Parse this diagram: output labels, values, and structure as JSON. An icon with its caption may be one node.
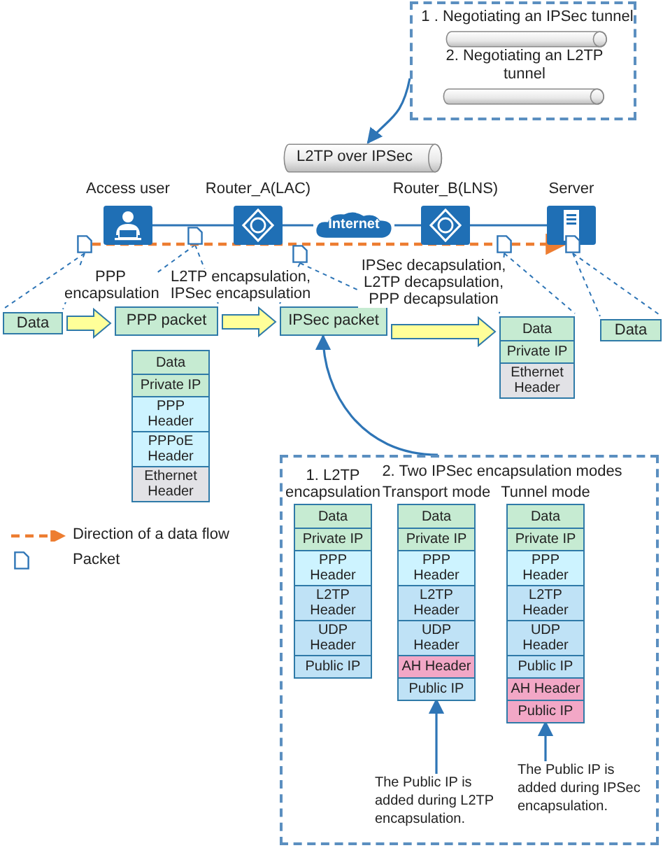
{
  "diagram": {
    "nodes": [
      {
        "text": [],
        "shape": "box"
      },
      {
        "text": [
          "1 . Negotiating an IPSec tunnel"
        ],
        "in": 0
      },
      {
        "text": [
          "2. Negotiating an L2TP tunnel"
        ],
        "in": 0
      },
      {
        "text": [
          "L2TP over IPSec"
        ]
      },
      {
        "text": [
          "Access user"
        ]
      },
      {
        "text": [
          "Router_A(LAC)"
        ]
      },
      {
        "text": [
          "Internet"
        ]
      },
      {
        "text": [
          "Router_B(LNS)"
        ]
      },
      {
        "text": [
          "Server"
        ]
      },
      {
        "text": [],
        "shape": "document"
      },
      {
        "text": [],
        "shape": "document"
      },
      {
        "text": [],
        "shape": "document"
      },
      {
        "text": [],
        "shape": "document"
      },
      {
        "text": [],
        "shape": "document"
      },
      {
        "text": [
          "Data"
        ]
      },
      {
        "text": [
          "PPP packet"
        ]
      },
      {
        "text": [
          "IPSec packet"
        ]
      },
      {
        "text": [],
        "shape": "box"
      },
      {
        "text": [
          "Data"
        ],
        "in": 17
      },
      {
        "text": [
          "Private IP"
        ],
        "in": 17
      },
      {
        "text": [
          "Ethernet Header"
        ],
        "in": 17
      },
      {
        "text": [
          "Data"
        ]
      },
      {
        "text": [],
        "shape": "box"
      },
      {
        "text": [
          "Data"
        ],
        "in": 22
      },
      {
        "text": [
          "Private IP"
        ],
        "in": 22
      },
      {
        "text": [
          "PPP Header"
        ],
        "in": 22
      },
      {
        "text": [
          "PPPoE Header"
        ],
        "in": 22
      },
      {
        "text": [
          "Ethernet Header"
        ],
        "in": 22
      },
      {
        "text": [],
        "shape": "box"
      },
      {
        "text": [
          "1. L2TP encapsulation"
        ],
        "in": 28
      },
      {
        "text": [
          "Data"
        ],
        "in": 29
      },
      {
        "text": [
          "Private IP"
        ],
        "in": 29
      },
      {
        "text": [
          "PPP Header"
        ],
        "in": 29
      },
      {
        "text": [
          "L2TP Header"
        ],
        "in": 29
      },
      {
        "text": [
          "UDP Header"
        ],
        "in": 29
      },
      {
        "text": [
          "Public IP"
        ],
        "in": 29
      },
      {
        "text": [
          "Transport mode"
        ],
        "in": 28
      },
      {
        "text": [
          "Data"
        ],
        "in": 36
      },
      {
        "text": [
          "Private IP"
        ],
        "in": 36
      },
      {
        "text": [
          "PPP Header"
        ],
        "in": 36
      },
      {
        "text": [
          "L2TP Header"
        ],
        "in": 36
      },
      {
        "text": [
          "UDP Header"
        ],
        "in": 36
      },
      {
        "text": [
          "AH Header"
        ],
        "in": 36
      },
      {
        "text": [
          "Public IP"
        ],
        "in": 36
      },
      {
        "text": [
          "Tunnel mode"
        ],
        "in": 28
      },
      {
        "text": [
          "Data"
        ],
        "in": 44
      },
      {
        "text": [
          "Private IP"
        ],
        "in": 44
      },
      {
        "text": [
          "PPP Header"
        ],
        "in": 44
      },
      {
        "text": [
          "L2TP Header"
        ],
        "in": 44
      },
      {
        "text": [
          "UDP Header"
        ],
        "in": 44
      },
      {
        "text": [
          "Public IP"
        ],
        "in": 44
      },
      {
        "text": [
          "AH Header"
        ],
        "in": 44
      },
      {
        "text": [
          "Public IP"
        ],
        "in": 44
      },
      {
        "text": [
          "The Public IP is added during L2TP encapsulation."
        ],
        "in": 28
      },
      {
        "text": [
          "The Public IP is added during IPSec encapsulation."
        ],
        "in": 28
      }
    ],
    "edges": [
      {
        "from": 0,
        "to": 3,
        "arrow": "to"
      },
      {
        "from": 4,
        "to": 5,
        "arrow": "none"
      },
      {
        "from": 5,
        "to": 6,
        "arrow": "none"
      },
      {
        "from": 6,
        "to": 7,
        "arrow": "none"
      },
      {
        "from": 7,
        "to": 8,
        "arrow": "none"
      },
      {
        "from": 9,
        "to": 14,
        "arrow": "none",
        "style": "dashed"
      },
      {
        "from": 10,
        "to": 15,
        "arrow": "none",
        "style": "dashed"
      },
      {
        "from": 11,
        "to": 16,
        "arrow": "none",
        "style": "dashed"
      },
      {
        "from": 12,
        "to": 17,
        "arrow": "none",
        "style": "dashed"
      },
      {
        "from": 13,
        "to": 21,
        "arrow": "none",
        "style": "dashed"
      },
      {
        "from": 14,
        "to": 15,
        "arrow": "to",
        "style": "thick",
        "color": "#ffff99"
      },
      {
        "from": 15,
        "to": 16,
        "arrow": "to",
        "style": "thick",
        "color": "#ffff99"
      },
      {
        "from": 16,
        "to": 17,
        "arrow": "to",
        "style": "thick",
        "color": "#ffff99"
      },
      {
        "from": 28,
        "to": 16,
        "arrow": "to"
      },
      {
        "from": 53,
        "to": 43,
        "arrow": "to"
      },
      {
        "from": 54,
        "to": 52,
        "arrow": "to"
      },
      {
        "from": 9,
        "to": 13,
        "arrow": "to",
        "style": "dashed",
        "color": "#ed7d31"
      }
    ],
    "labels": [
      "PPP encapsulation",
      "L2TP encapsulation, IPSec encapsulation",
      "IPSec decapsulation, L2TP decapsulation, PPP decapsulation",
      "2. Two IPSec encapsulation modes"
    ],
    "legend": [
      {
        "text": "Direction of a data flow"
      },
      {
        "text": "Packet"
      }
    ]
  }
}
